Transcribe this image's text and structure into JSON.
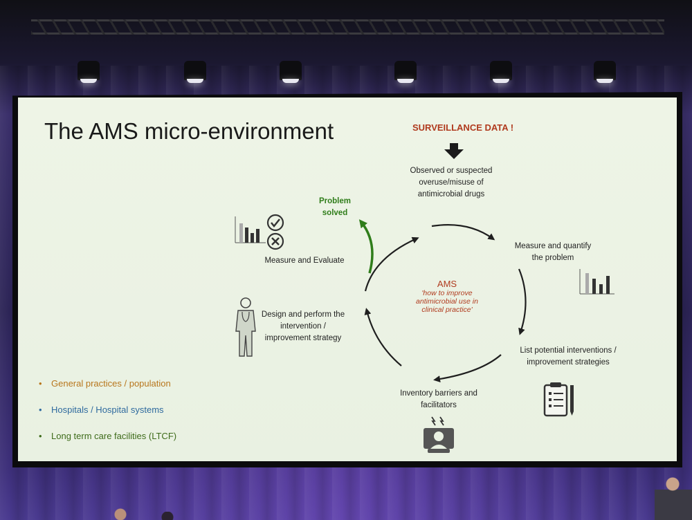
{
  "slide": {
    "title": "The AMS micro-environment",
    "surveillance": "SURVEILLANCE DATA !",
    "nodes": {
      "observed": [
        "Observed or suspected",
        "overuse/misuse of",
        "antimicrobial drugs"
      ],
      "measure_quantify": [
        "Measure and quantify",
        "the problem"
      ],
      "list_interventions": [
        "List potential interventions /",
        "improvement strategies"
      ],
      "inventory": [
        "Inventory barriers and",
        "facilitators"
      ],
      "design": [
        "Design and perform the",
        "intervention /",
        "improvement strategy"
      ],
      "measure_evaluate": "Measure and Evaluate",
      "problem_solved": [
        "Problem",
        "solved"
      ]
    },
    "center": {
      "title": "AMS",
      "subtitle": [
        "'how to improve",
        "antimicrobial use in",
        "clinical practice'"
      ]
    },
    "bullets": [
      {
        "label": "General practices / population",
        "color": "#b8761c"
      },
      {
        "label": "Hospitals / Hospital systems",
        "color": "#2f6a9e"
      },
      {
        "label": "Long term care facilities (LTCF)",
        "color": "#3e6b1a"
      }
    ],
    "colors": {
      "accent_red": "#b03a1e",
      "problem_green": "#2f7d1a",
      "slide_bg": "#eef4e6"
    },
    "icons": [
      "bar-chart-icon",
      "check-icon",
      "x-icon",
      "doctor-icon",
      "clipboard-icon",
      "person-presenter-icon",
      "down-arrow-icon"
    ]
  }
}
